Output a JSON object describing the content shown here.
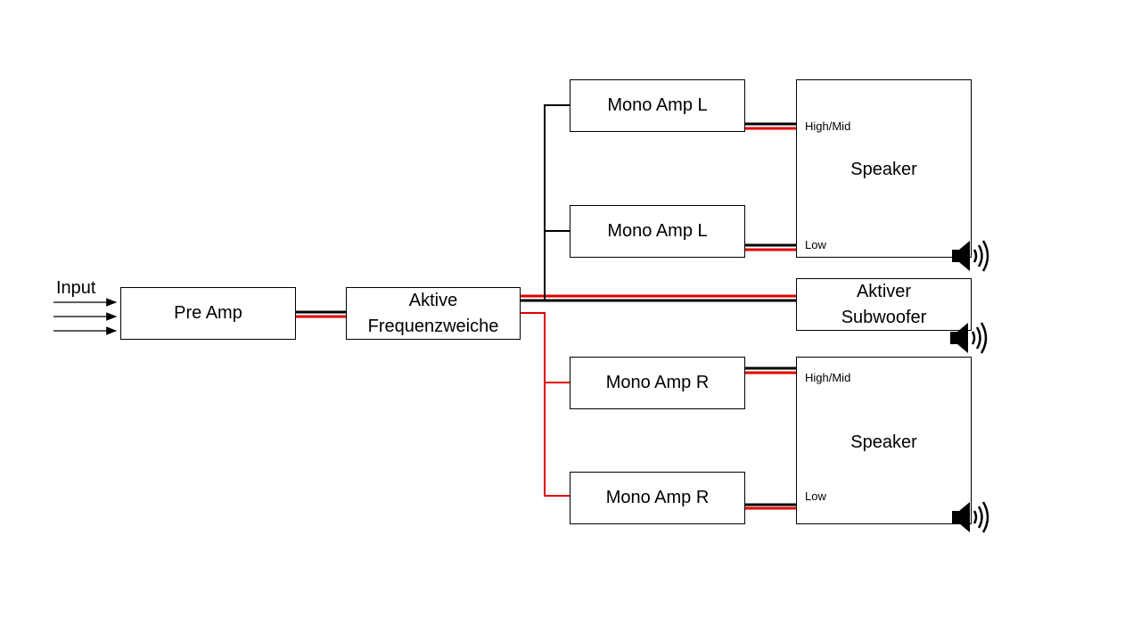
{
  "input": {
    "label": "Input"
  },
  "pre_amp": {
    "label": "Pre Amp"
  },
  "crossover": {
    "line1": "Aktive",
    "line2": "Frequenzweiche"
  },
  "amps": {
    "left_high": "Mono Amp L",
    "left_low": "Mono Amp L",
    "right_high": "Mono Amp R",
    "right_low": "Mono Amp R"
  },
  "speaker_left": {
    "title": "Speaker",
    "high_label": "High/Mid",
    "low_label": "Low"
  },
  "speaker_right": {
    "title": "Speaker",
    "high_label": "High/Mid",
    "low_label": "Low"
  },
  "subwoofer": {
    "line1": "Aktiver",
    "line2": "Subwoofer"
  },
  "colors": {
    "wire_black": "#000000",
    "wire_red": "#e00000"
  },
  "icons": [
    "arrow-icon",
    "speaker-volume-icon"
  ]
}
